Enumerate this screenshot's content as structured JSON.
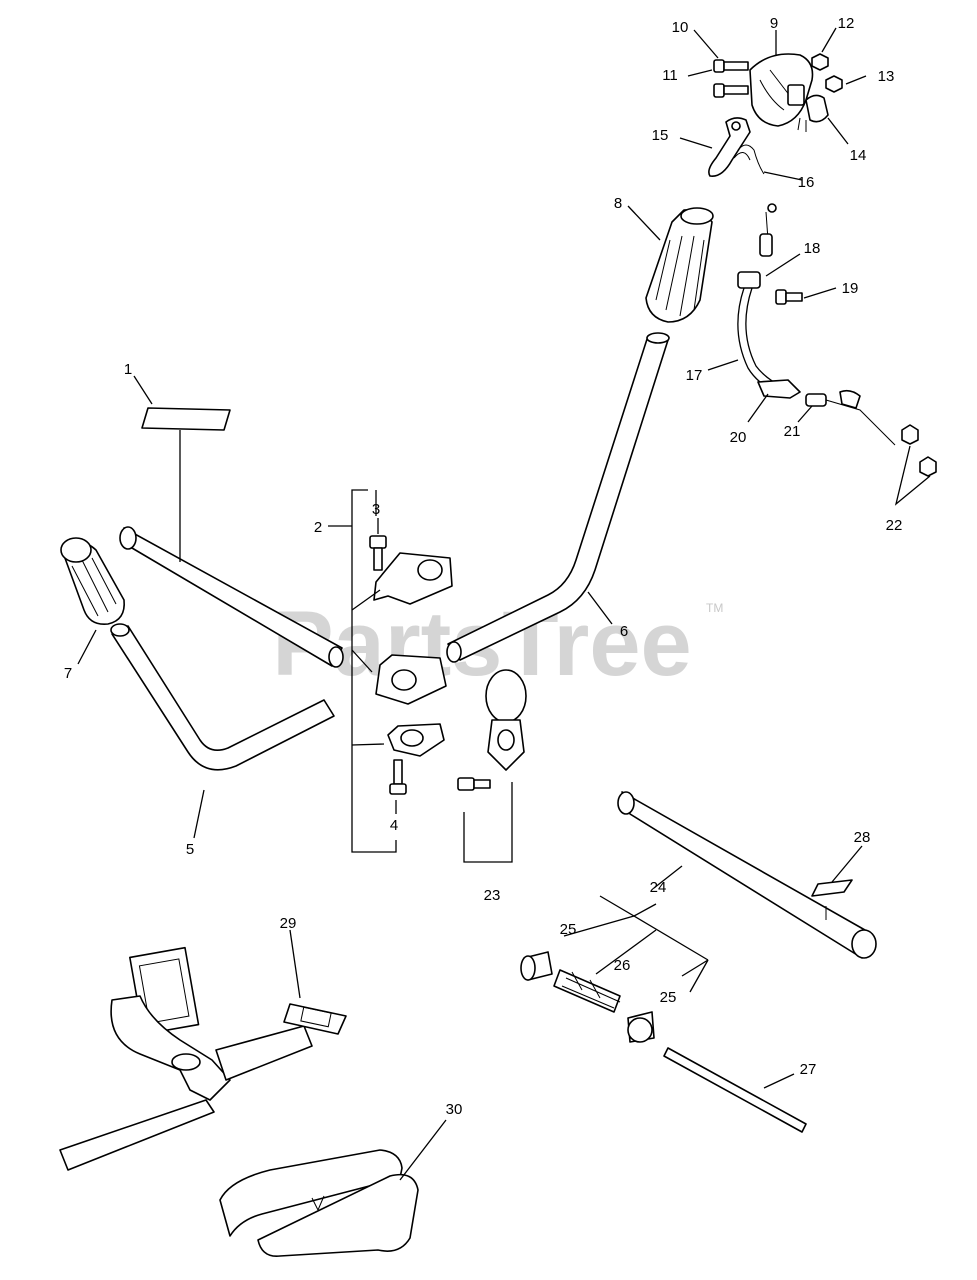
{
  "watermark": {
    "text": "PartsTree",
    "mark": "TM"
  },
  "callouts": [
    "1",
    "2",
    "3",
    "4",
    "5",
    "6",
    "7",
    "8",
    "9",
    "10",
    "11",
    "12",
    "13",
    "14",
    "15",
    "16",
    "17",
    "18",
    "19",
    "20",
    "21",
    "22",
    "23",
    "24",
    "25",
    "25",
    "26",
    "27",
    "28",
    "29",
    "30"
  ]
}
